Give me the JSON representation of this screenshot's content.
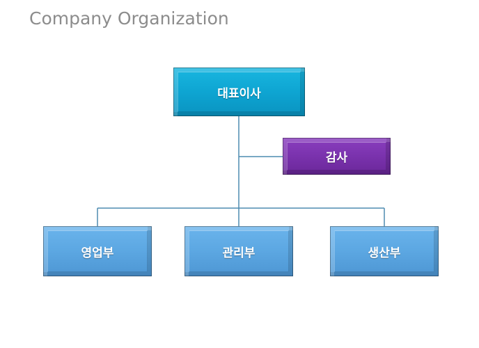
{
  "title": "Company Organization",
  "org": {
    "ceo": "대표이사",
    "audit": "감사",
    "departments": [
      "영업부",
      "관리부",
      "생산부"
    ]
  },
  "colors": {
    "ceo": "#0ea5d2",
    "audit": "#7a32ad",
    "department": "#5ca7e2",
    "connector": "#4d8bb0"
  }
}
